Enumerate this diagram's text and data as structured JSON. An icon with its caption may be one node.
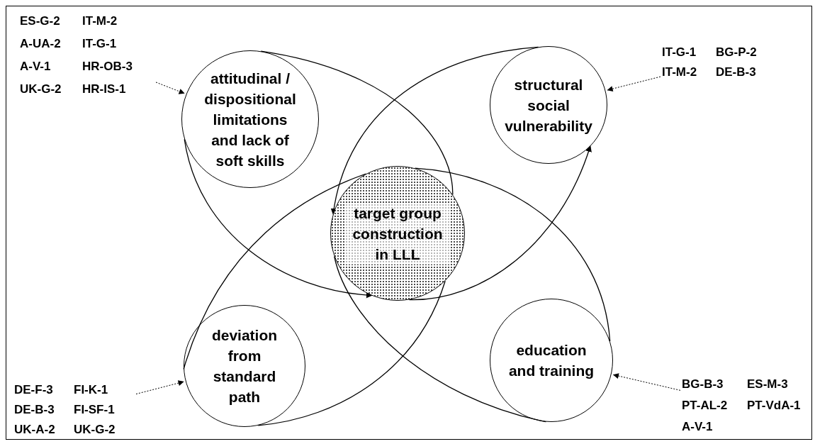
{
  "diagram": {
    "nodes": [
      {
        "text": [
          "attitudinal / dispositional limitations and lack of soft skills"
        ]
      },
      {
        "text": [
          "structural social vulnerability"
        ]
      },
      {
        "text": [
          "target group construction in LLL"
        ]
      },
      {
        "text": [
          "deviation from standard path"
        ]
      },
      {
        "text": [
          "education and training"
        ]
      },
      {
        "text": [
          "ES-G-2",
          "IT-M-2",
          "A-UA-2",
          "IT-G-1",
          "A-V-1",
          "HR-OB-3",
          "UK-G-2",
          "HR-IS-1"
        ]
      },
      {
        "text": [
          "IT-G-1",
          "BG-P-2",
          "IT-M-2",
          "DE-B-3"
        ]
      },
      {
        "text": [
          "DE-F-3",
          "FI-K-1",
          "DE-B-3",
          "FI-SF-1",
          "UK-A-2",
          "UK-G-2"
        ]
      },
      {
        "text": [
          "BG-B-3",
          "ES-M-3",
          "PT-AL-2",
          "PT-VdA-1",
          "A-V-1"
        ]
      }
    ],
    "edges": [
      {
        "from": 0,
        "to": 2,
        "arrow": "to"
      },
      {
        "from": 2,
        "to": 1,
        "arrow": "to"
      },
      {
        "from": 1,
        "to": 2,
        "arrow": "to"
      },
      {
        "from": 2,
        "to": 4,
        "arrow": "none"
      },
      {
        "from": 4,
        "to": 2,
        "arrow": "none"
      },
      {
        "from": 2,
        "to": 3,
        "arrow": "none"
      },
      {
        "from": 3,
        "to": 2,
        "arrow": "none"
      },
      {
        "from": 2,
        "to": 0,
        "arrow": "none"
      },
      {
        "from": 5,
        "to": 0,
        "arrow": "to",
        "style": "dashed"
      },
      {
        "from": 6,
        "to": 1,
        "arrow": "to",
        "style": "dashed"
      },
      {
        "from": 7,
        "to": 3,
        "arrow": "to",
        "style": "dashed"
      },
      {
        "from": 8,
        "to": 4,
        "arrow": "to",
        "style": "dashed"
      }
    ]
  }
}
